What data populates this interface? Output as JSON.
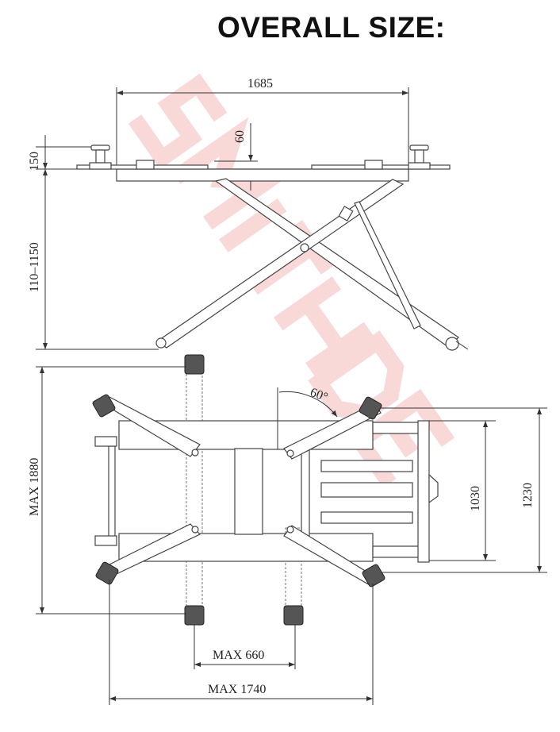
{
  "title": "OVERALL SIZE:",
  "watermark": "SMITHDE",
  "side_view": {
    "length": "1685",
    "platform_height": "60",
    "pad_height": "150",
    "lift_range": "110–1150"
  },
  "top_view": {
    "arm_angle": "60°",
    "max_width": "MAX 1880",
    "width_1230": "1230",
    "width_1030": "1030",
    "max_660": "MAX 660",
    "max_1740": "MAX 1740"
  }
}
